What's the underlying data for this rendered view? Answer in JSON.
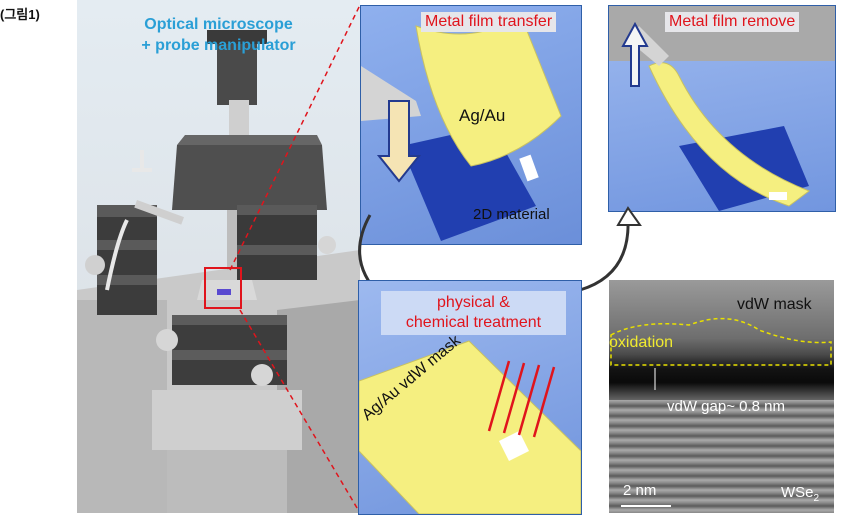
{
  "figure_label": "(그림1)",
  "microscope": {
    "title_line1": "Optical microscope",
    "title_line2": "+ probe manipulator"
  },
  "panel_transfer": {
    "title": "Metal film transfer",
    "film_label": "Ag/Au",
    "material_label": "2D material"
  },
  "panel_remove": {
    "title": "Metal film remove"
  },
  "panel_treatment": {
    "title_line1": "physical &",
    "title_line2": "chemical treatment",
    "mask_label": "Ag/Au vdW mask"
  },
  "tem": {
    "mask_label": "vdW mask",
    "oxidation_label": "oxidation",
    "gap_label": "vdW gap~ 0.8 nm",
    "scale_label": "2 nm",
    "material_label": "WSe",
    "material_subscript": "2"
  },
  "colors": {
    "title_blue": "#2a9fd6",
    "title_red": "#e0141c",
    "panel_bg": "#6b8fd9",
    "film_yellow": "#f5ef80",
    "oxidation_yellow": "#e8e000"
  }
}
